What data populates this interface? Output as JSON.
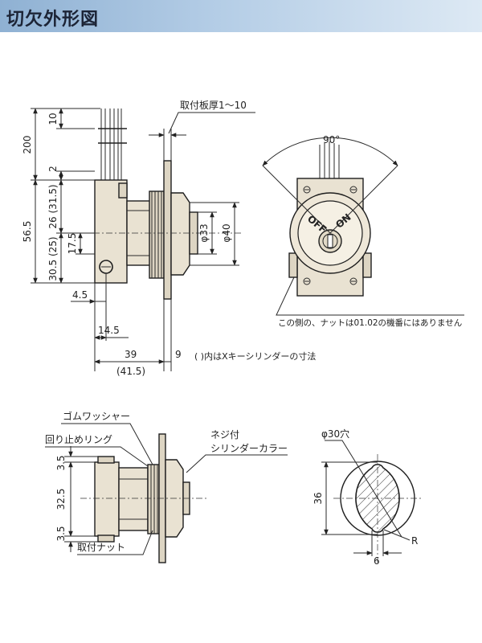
{
  "header": {
    "title": "切欠外形図"
  },
  "top_view": {
    "dim_10": "10",
    "dim_200": "200",
    "dim_2": "2",
    "dim_56_5": "56.5",
    "dim_26_31_5": "26 (31.5)",
    "dim_17_5": "17.5",
    "dim_30_5_25": "30.5 (25)",
    "dim_4_5": "4.5",
    "dim_14_5": "14.5",
    "dim_39": "39",
    "dim_41_5": "(41.5)",
    "dim_9": "9",
    "dim_phi33": "φ33",
    "dim_phi40": "φ40",
    "label_panel_thickness": "取付板厚1～10",
    "note_x_key": "( )内はXキーシリンダーの寸法"
  },
  "front_view": {
    "angle_90": "90°",
    "label_off": "OFF",
    "label_on": "ON",
    "note_nut": "この側の、ナットは01.02の機番にはありません"
  },
  "bottom_view": {
    "label_rubber_washer": "ゴムワッシャー",
    "label_anti_rotation_ring": "回り止めリング",
    "label_threaded_collar_1": "ネジ付",
    "label_threaded_collar_2": "シリンダーカラー",
    "label_mounting_nut": "取付ナット",
    "dim_3_5_top": "3.5",
    "dim_32_5": "32.5",
    "dim_3_5_bottom": "3.5"
  },
  "cutout_view": {
    "label_hole": "φ30穴",
    "dim_36": "36",
    "dim_6": "6",
    "label_r": "R"
  }
}
